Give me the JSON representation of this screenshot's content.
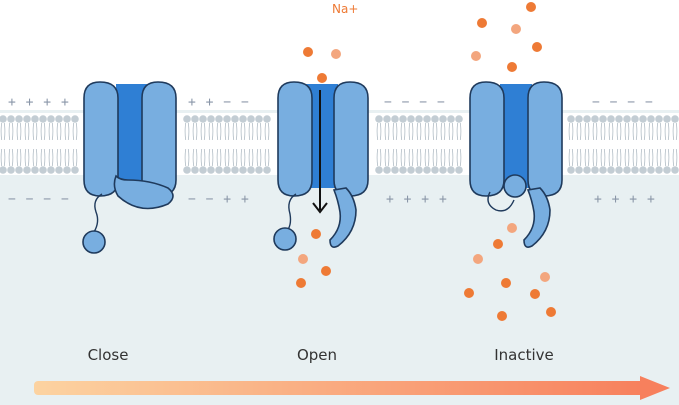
{
  "ion_label": "Na+",
  "states": [
    {
      "label": "Close"
    },
    {
      "label": "Open"
    },
    {
      "label": "Inactive"
    }
  ],
  "charges": {
    "top": [
      "+ + + +",
      "+ + − −",
      "− − − −",
      "− − − −"
    ],
    "bottom": [
      "− − − −",
      "− − + +",
      "+ + + +",
      "+ + + +"
    ]
  },
  "colors": {
    "extracellular": "#ffffff",
    "intracellular": "#e8f0f2",
    "lipid_head": "#c3cdd4",
    "channel_light": "#78aee0",
    "channel_dark": "#2f7fd4",
    "ion_dark": "#ee7a35",
    "ion_light": "#f3a67e",
    "arrow_start": "#fcd3a1",
    "arrow_end": "#f7805d"
  }
}
